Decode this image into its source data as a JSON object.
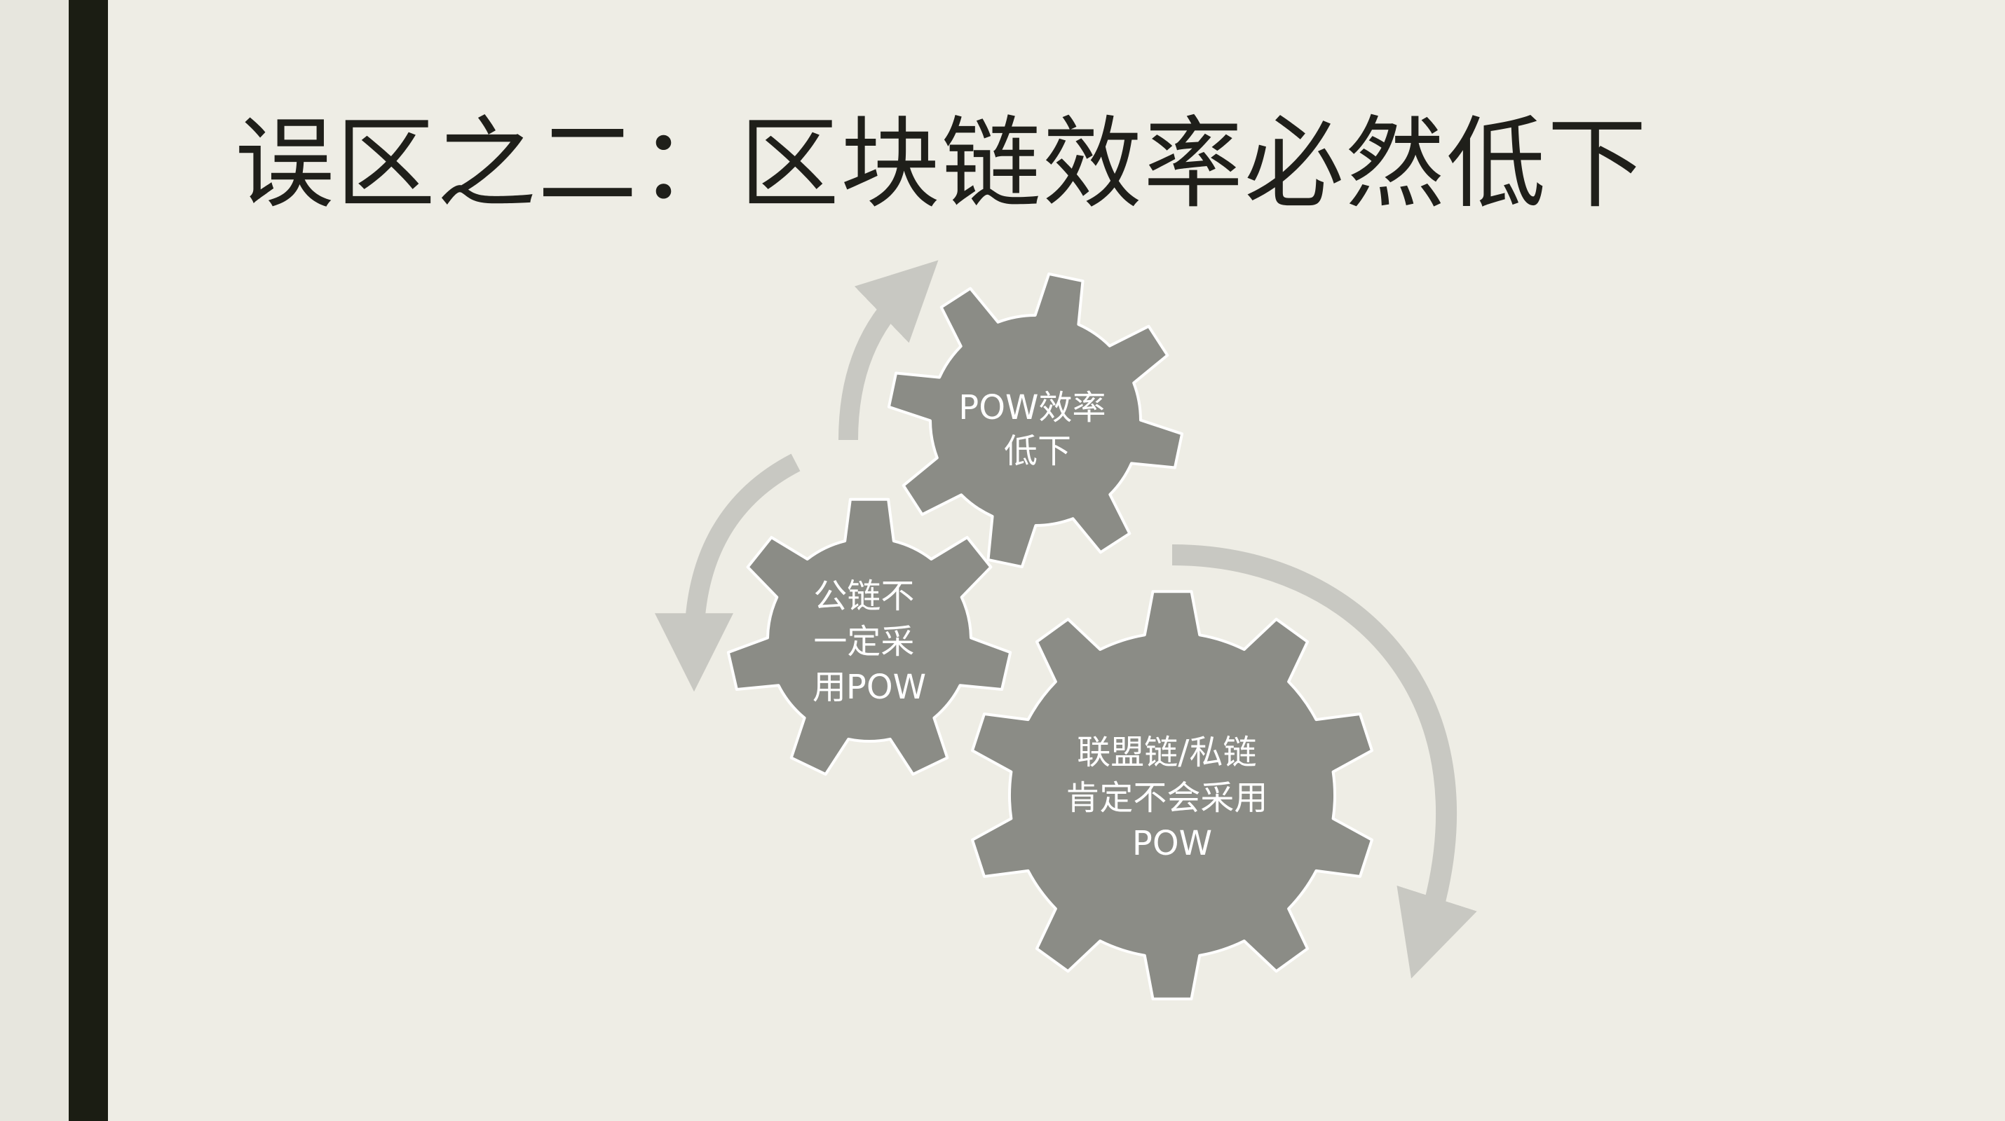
{
  "slide": {
    "title": "误区之二：区块链效率必然低下"
  },
  "diagram": {
    "gears": [
      {
        "id": "gear-top",
        "lines": [
          "POW效率",
          "低下"
        ]
      },
      {
        "id": "gear-left",
        "lines": [
          "公链不",
          "一定采",
          "用POW"
        ]
      },
      {
        "id": "gear-large",
        "lines": [
          "联盟链/私链",
          "肯定不会采用",
          "POW"
        ]
      }
    ],
    "colors": {
      "gear_fill": "#8b8c86",
      "gear_stroke": "#ffffff",
      "arrow": "#c8c8c2",
      "accent_bar": "#1b1d13",
      "background": "#eeede5"
    }
  }
}
